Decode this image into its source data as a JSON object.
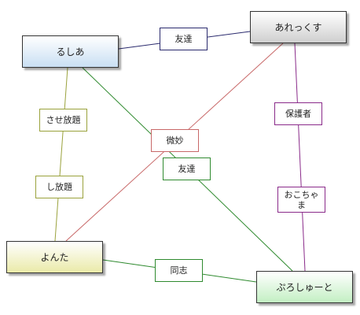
{
  "nodes": {
    "rushia": "るしあ",
    "alex": "あれっくす",
    "yonta": "よんた",
    "pro": "ぷろしゅーと"
  },
  "edge_labels": {
    "rushia_alex": "友達",
    "rushia_yonta_upper": "させ放題",
    "rushia_yonta_lower": "し放題",
    "alex_yonta": "微妙",
    "rushia_pro": "友達",
    "alex_pro_upper": "保護者",
    "alex_pro_lower": "おこちゃ\nま",
    "yonta_pro": "同志"
  },
  "colors": {
    "edge_navy": "#2b2b6e",
    "edge_olive": "#9aa23c",
    "edge_red": "#c86868",
    "edge_green": "#2f8a2f",
    "edge_purple": "#8a2b8a"
  }
}
